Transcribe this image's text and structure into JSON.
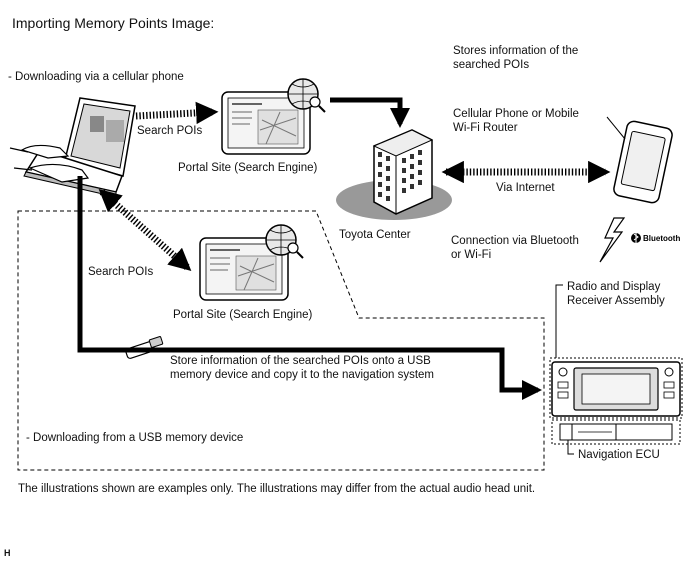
{
  "title": "Importing Memory Points Image:",
  "section_phone": "- Downloading via a cellular phone",
  "section_usb": "- Downloading from a USB memory device",
  "labels": {
    "stores_info": [
      "Stores information of the",
      "searched POIs"
    ],
    "search_pois_top": "Search POIs",
    "portal_site_top": "Portal Site (Search Engine)",
    "cellular_phone": [
      "Cellular Phone or Mobile",
      "Wi-Fi Router"
    ],
    "via_internet": "Via Internet",
    "toyota_center": "Toyota Center",
    "connection": [
      "Connection via Bluetooth",
      "or Wi-Fi"
    ],
    "search_pois_bottom": "Search POIs",
    "portal_site_bottom": "Portal Site (Search Engine)",
    "radio_display": [
      "Radio and Display",
      "Receiver Assembly"
    ],
    "store_usb": [
      "Store information of the searched POIs onto a USB",
      "memory device and copy it to the navigation system"
    ],
    "navigation_ecu": "Navigation ECU",
    "bluetooth_logo": "Bluetooth"
  },
  "footnote": "The illustrations shown are examples only. The illustrations may differ from the actual audio head unit.",
  "corner_mark": "H"
}
